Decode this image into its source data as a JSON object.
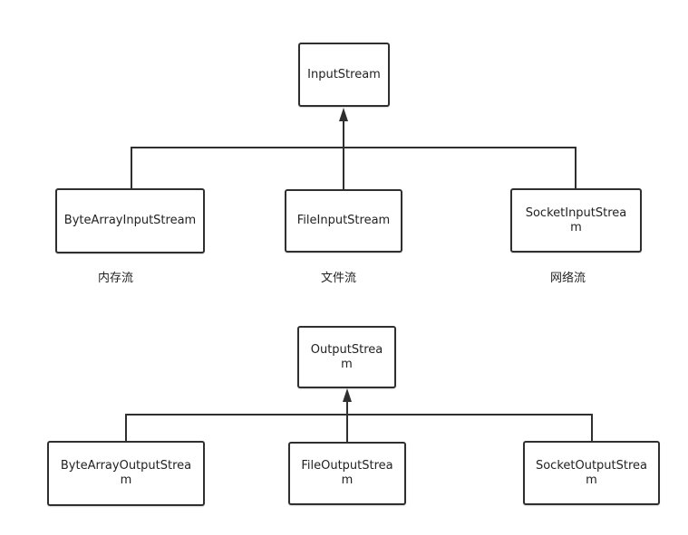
{
  "colors": {
    "line": "#2f2f2f",
    "box_border": "#2f2f2f",
    "text": "#222222",
    "background": "#ffffff"
  },
  "input_hierarchy": {
    "parent": "InputStream",
    "children": [
      "ByteArrayInputStream",
      "FileInputStream",
      "SocketInputStream"
    ],
    "captions": [
      "内存流",
      "文件流",
      "网络流"
    ]
  },
  "output_hierarchy": {
    "parent": "OutputStream",
    "children": [
      "ByteArrayOutputStream",
      "FileOutputStream",
      "SocketOutputStream"
    ]
  }
}
